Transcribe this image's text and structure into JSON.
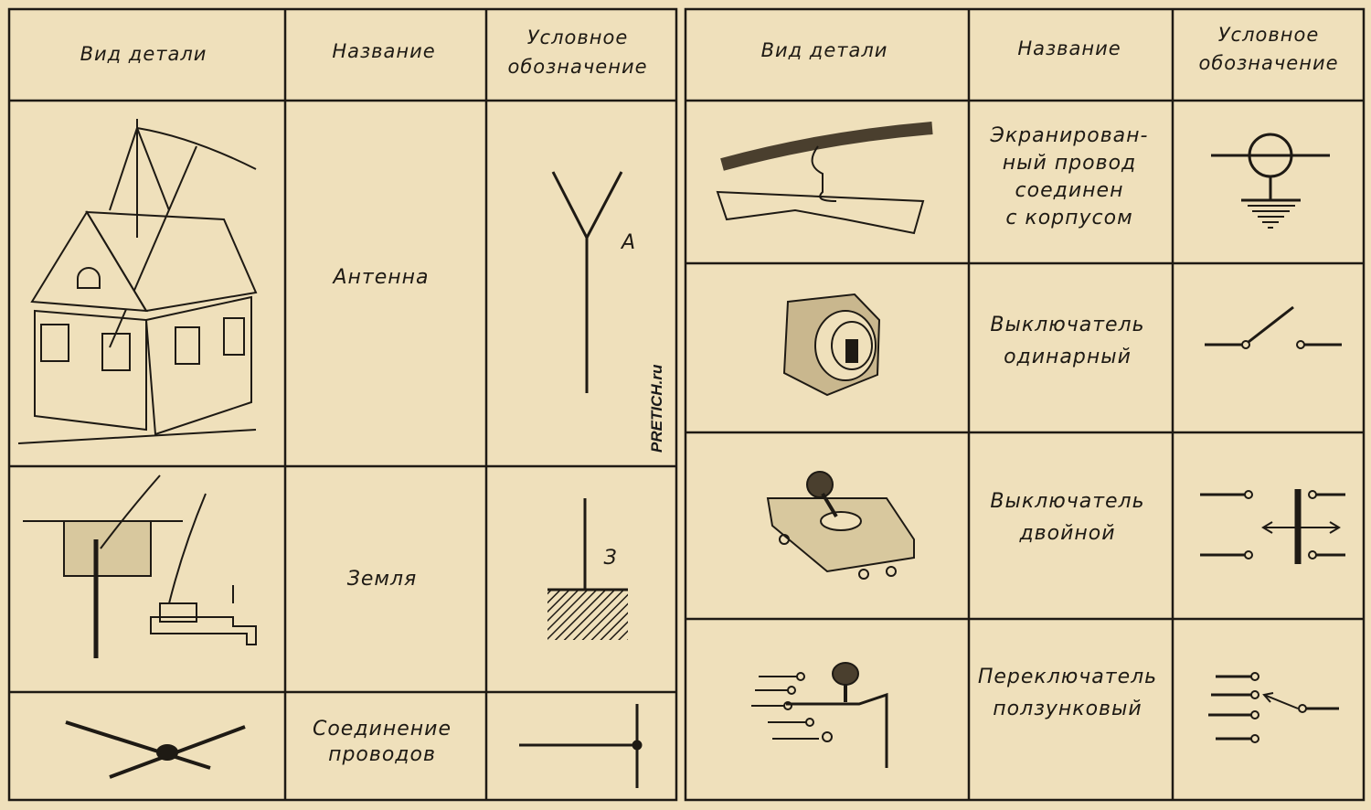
{
  "left_table": {
    "headers": {
      "part_view": "Вид детали",
      "name": "Название",
      "symbol_line1": "Условное",
      "symbol_line2": "обозначение"
    },
    "rows": [
      {
        "name": "Антенна",
        "symbol_label": "А",
        "picture": "house-with-antenna"
      },
      {
        "name": "Земля",
        "symbol_label": "З",
        "picture": "ground-rod-and-water-pipe"
      },
      {
        "name_line1": "Соединение",
        "name_line2": "проводов",
        "picture": "twisted-wire-joint"
      }
    ]
  },
  "right_table": {
    "headers": {
      "part_view": "Вид детали",
      "name": "Название",
      "symbol_line1": "Условное",
      "symbol_line2": "обозначение"
    },
    "rows": [
      {
        "name_lines": [
          "Экранирован-",
          "ный провод",
          "соединен",
          "с корпусом"
        ],
        "picture": "shielded-cable"
      },
      {
        "name_lines": [
          "Выключатель",
          "одинарный"
        ],
        "picture": "rotary-toggle-switch"
      },
      {
        "name_lines": [
          "Выключатель",
          "двойной"
        ],
        "picture": "double-knife-switch"
      },
      {
        "name_lines": [
          "Переключатель",
          "ползунковый"
        ],
        "picture": "slide-selector-switch"
      }
    ]
  },
  "watermark": "PRETICH.ru",
  "colors": {
    "paper": "#efe0bb",
    "ink": "#1e1a14"
  }
}
